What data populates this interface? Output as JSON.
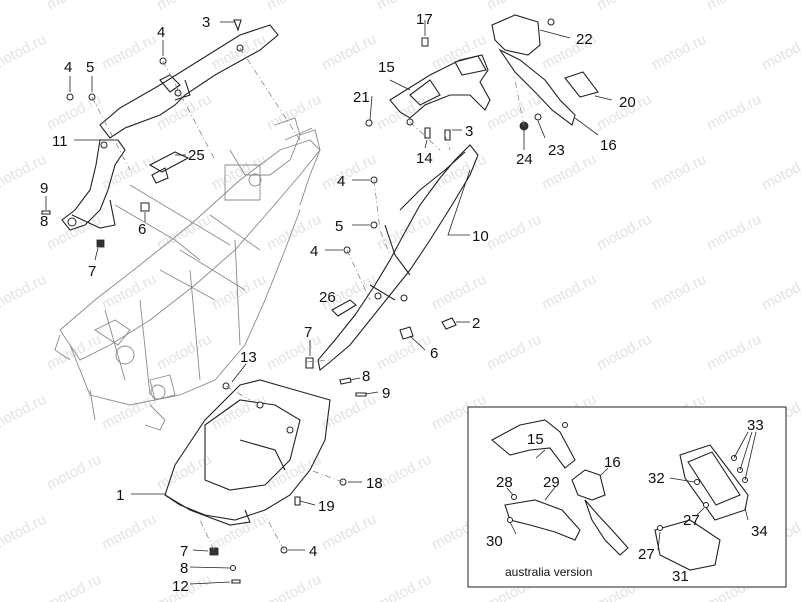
{
  "watermark": "motod.ru",
  "callouts": {
    "c1": "1",
    "c2": "2",
    "c3a": "3",
    "c3b": "3",
    "c4a": "4",
    "c4b": "4",
    "c4c": "4",
    "c4d": "4",
    "c4e": "4",
    "c5a": "5",
    "c5b": "5",
    "c6a": "6",
    "c6b": "6",
    "c7a": "7",
    "c7b": "7",
    "c7c": "7",
    "c8a": "8",
    "c8b": "8",
    "c8c": "8",
    "c9a": "9",
    "c9b": "9",
    "c10": "10",
    "c11": "11",
    "c12": "12",
    "c13": "13",
    "c14": "14",
    "c15a": "15",
    "c15b": "15",
    "c16a": "16",
    "c16b": "16",
    "c17": "17",
    "c18": "18",
    "c19": "19",
    "c20": "20",
    "c21": "21",
    "c22": "22",
    "c23": "23",
    "c24": "24",
    "c25": "25",
    "c26": "26",
    "c27a": "27",
    "c27b": "27",
    "c28": "28",
    "c29": "29",
    "c30": "30",
    "c31": "31",
    "c32": "32",
    "c33": "33",
    "c34": "34"
  },
  "inset": {
    "caption": "australia version"
  }
}
